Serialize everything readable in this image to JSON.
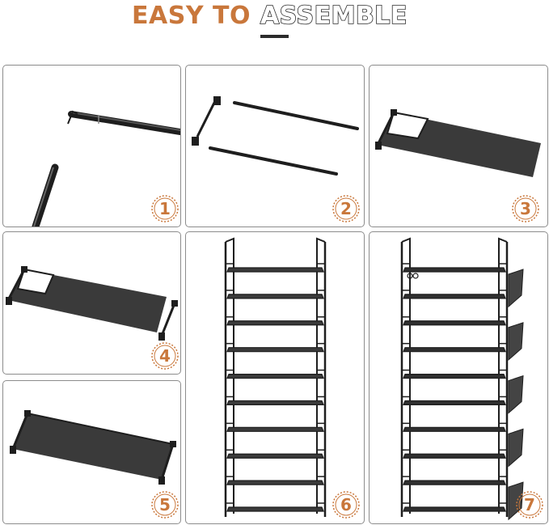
{
  "title": {
    "part1": "EASY TO",
    "part2": "ASSEMBLE"
  },
  "colors": {
    "accent": "#c9773b",
    "frame": "#1e1e1e",
    "fabric": "#3a3a3a",
    "border": "#8c8c8c"
  },
  "steps": [
    {
      "number": "1"
    },
    {
      "number": "2"
    },
    {
      "number": "3"
    },
    {
      "number": "4"
    },
    {
      "number": "5"
    },
    {
      "number": "6"
    },
    {
      "number": "7"
    }
  ]
}
